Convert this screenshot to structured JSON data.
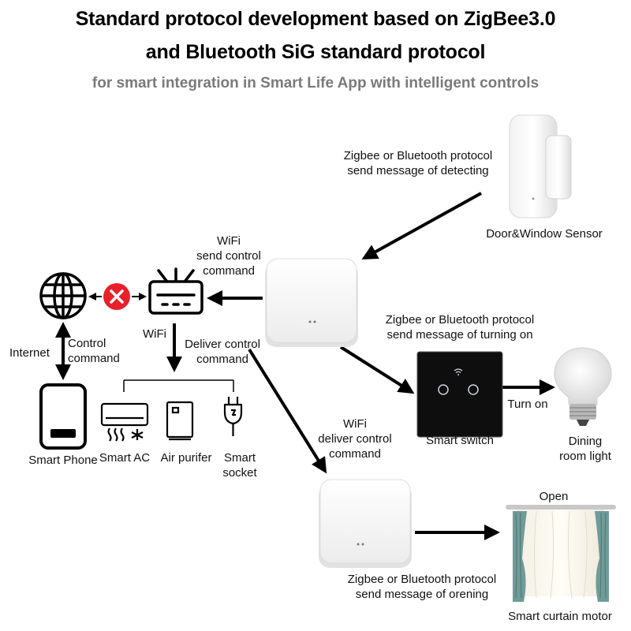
{
  "title_line1": "Standard protocol development based on ZigBee3.0",
  "title_line2": "and Bluetooth SiG standard protocol",
  "subtitle": "for smart integration in Smart Life App with intelligent controls",
  "labels": {
    "sensor_msg": [
      "Zigbee or Bluetooth protocol",
      "send message of detecting"
    ],
    "door_window_sensor": "Door&Window Sensor",
    "wifi_send": [
      "WiFi",
      "send control",
      "command"
    ],
    "switch_msg": [
      "Zigbee or Bluetooth protocol",
      "send message of turning on"
    ],
    "internet": "Internet",
    "control_command": [
      "Control",
      "command"
    ],
    "router_wifi": "WiFi",
    "deliver_control": [
      "Deliver control",
      "command"
    ],
    "smart_phone": "Smart Phone",
    "smart_ac": "Smart AC",
    "air_purifier": "Air purifer",
    "smart_socket": [
      "Smart",
      "socket"
    ],
    "smart_switch": "Smart switch",
    "turn_on": "Turn on",
    "dining_light": [
      "Dining",
      "room light"
    ],
    "wifi_deliver": [
      "WiFi",
      "deliver control",
      "command"
    ],
    "open": "Open",
    "curtain_msg": [
      "Zigbee or Bluetooth protocol",
      "send message of orening"
    ],
    "curtain_motor": "Smart curtain motor"
  },
  "icons": [
    "globe-icon",
    "blocked-x-icon",
    "router-icon",
    "phone-icon",
    "air-conditioner-icon",
    "air-purifier-icon",
    "socket-plug-icon",
    "gateway-hub-icon",
    "door-sensor-icon",
    "touch-switch-icon",
    "light-bulb-icon",
    "curtain-icon"
  ],
  "colors": {
    "blocked": "#e8202a",
    "switch_panel": "#0e0e0e",
    "curtain": "#6f9b98",
    "subtitle": "#7a7a7a"
  }
}
